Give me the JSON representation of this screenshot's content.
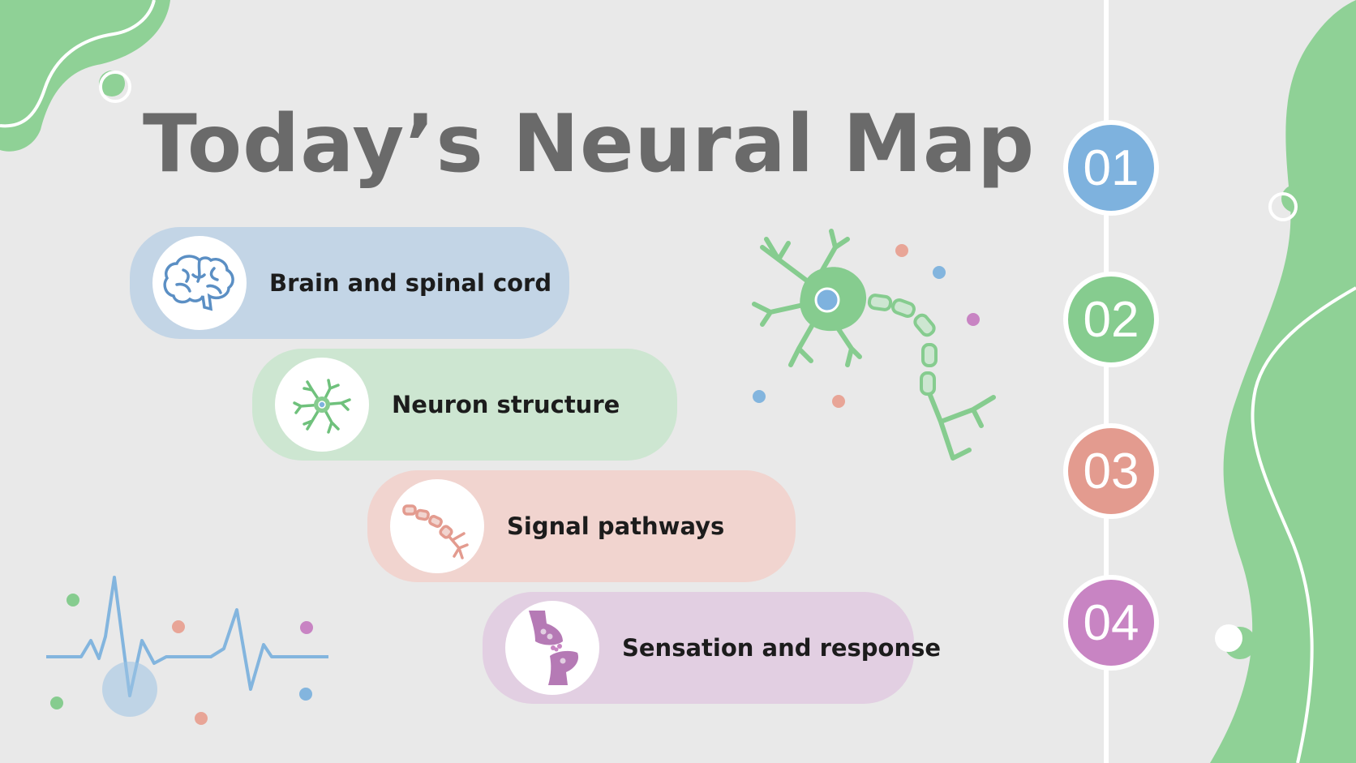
{
  "title": "Today’s Neural Map",
  "items": [
    {
      "label": "Brain and spinal cord",
      "icon": "brain-icon",
      "color": "#c3d5e6"
    },
    {
      "label": "Neuron structure",
      "icon": "neuron-icon",
      "color": "#cde6d1"
    },
    {
      "label": "Signal pathways",
      "icon": "axon-icon",
      "color": "#f1d4cf"
    },
    {
      "label": "Sensation and response",
      "icon": "synapse-icon",
      "color": "#e2cfe2"
    }
  ],
  "steps": [
    {
      "number": "01",
      "color": "#7eb2de"
    },
    {
      "number": "02",
      "color": "#86cc8f"
    },
    {
      "number": "03",
      "color": "#e39b8f"
    },
    {
      "number": "04",
      "color": "#c884c3"
    }
  ],
  "accent_green": "#8fd196"
}
